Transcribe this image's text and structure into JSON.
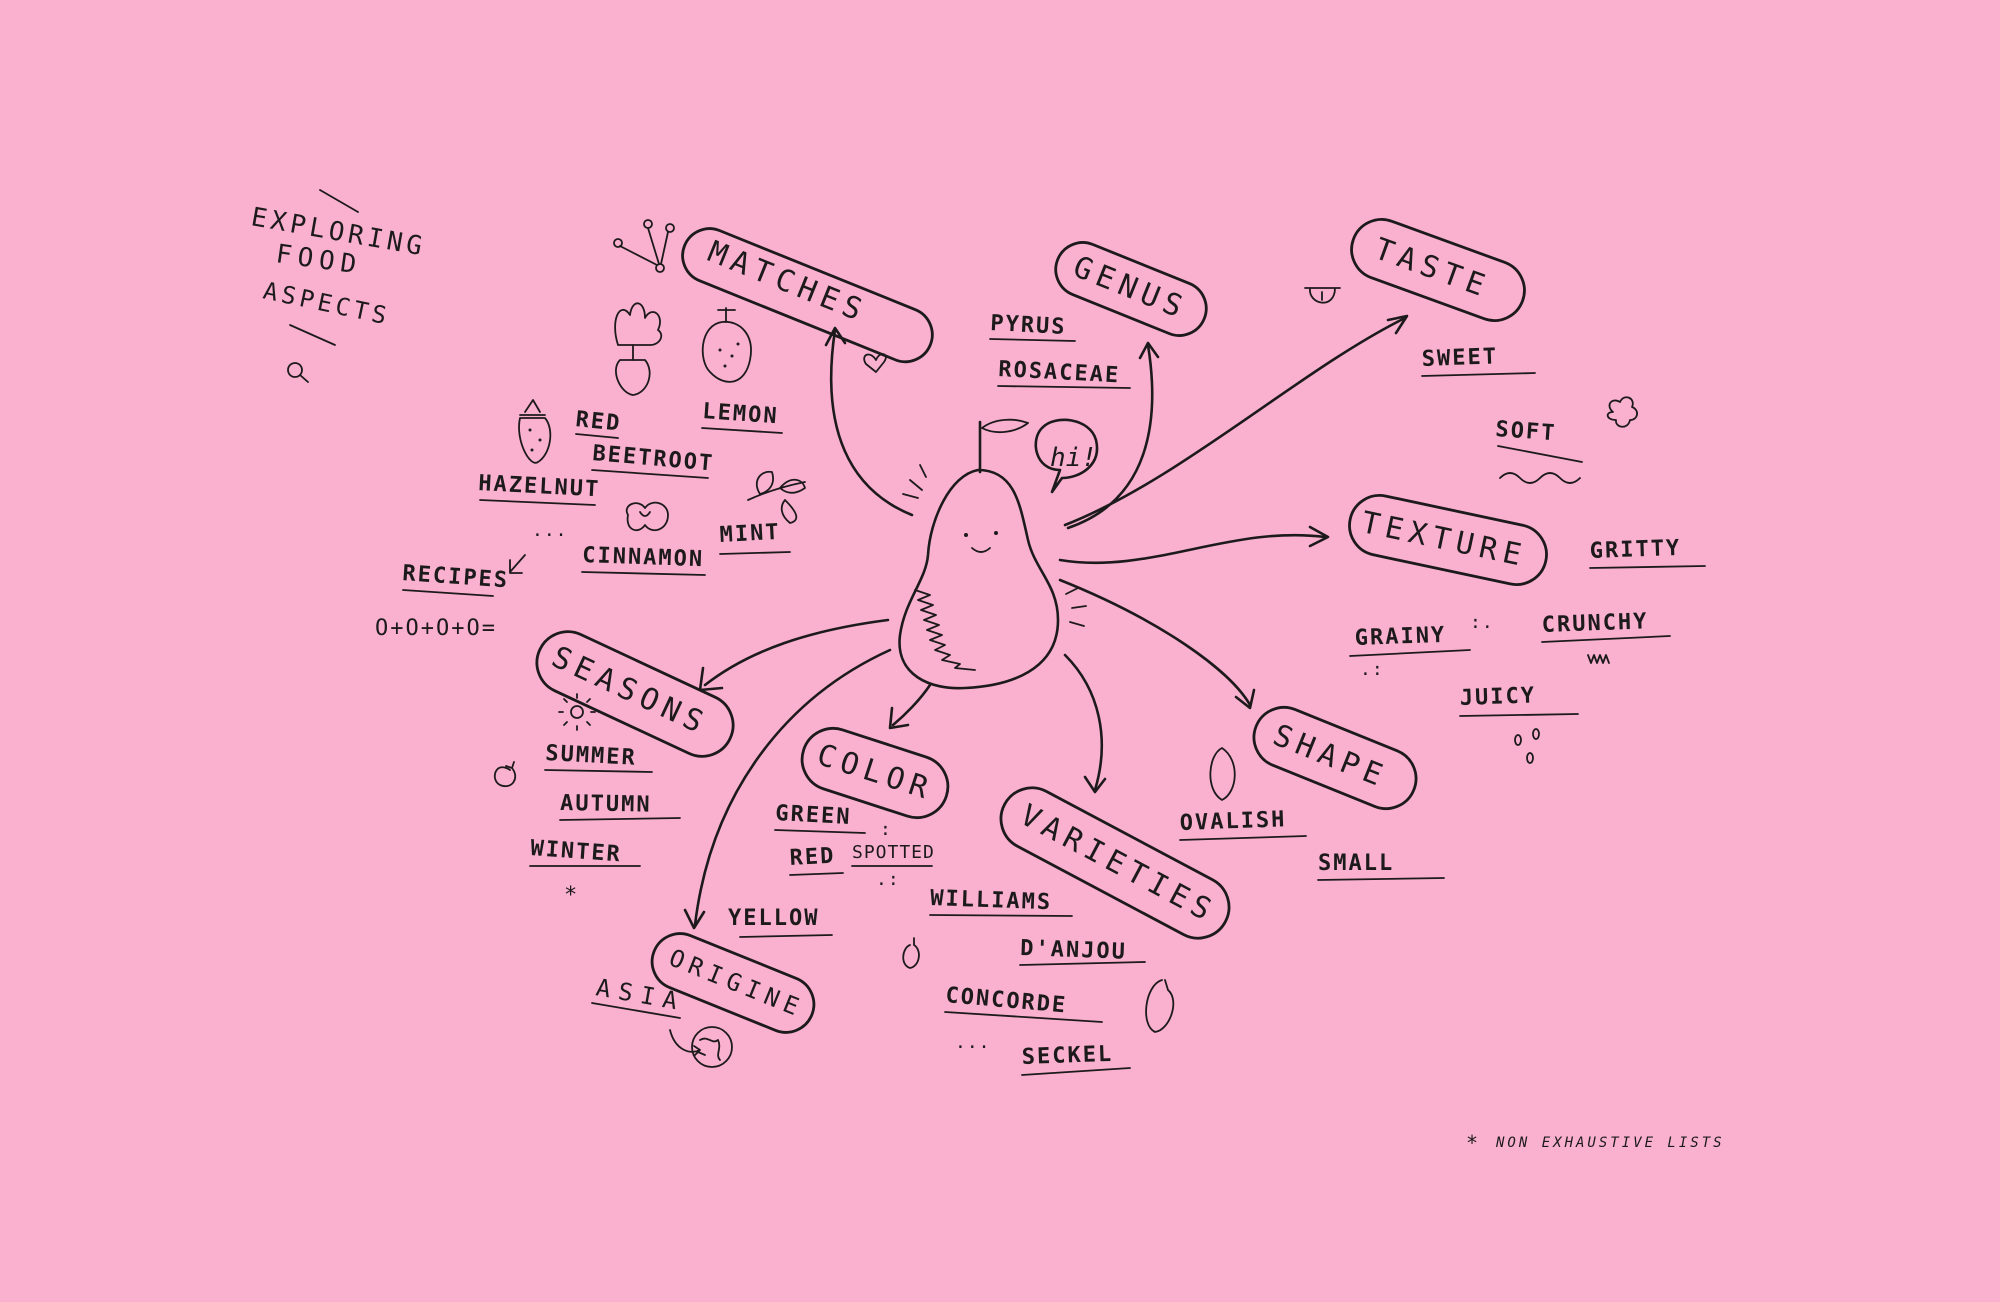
{
  "title": {
    "line1": "EXPLORING",
    "line2": "FOOD",
    "line3": "ASPECTS"
  },
  "center": {
    "greeting": "hi!"
  },
  "categories": {
    "matches": "MATCHES",
    "genus": "GENUS",
    "taste": "TASTE",
    "texture": "TEXTURE",
    "shape": "SHAPE",
    "varieties": "VARIETIES",
    "color": "COLOR",
    "seasons": "SEASONS",
    "origine": "ORIGINE"
  },
  "matches": {
    "items": [
      "RED",
      "BEETROOT",
      "LEMON",
      "HAZELNUT",
      "MINT",
      "CINNAMON"
    ],
    "recipes": "RECIPES",
    "formula": "O+O+O+O="
  },
  "genus": {
    "items": [
      "PYRUS",
      "ROSACEAE"
    ]
  },
  "taste": {
    "items": [
      "SWEET"
    ]
  },
  "texture": {
    "items": [
      "SOFT",
      "GRITTY",
      "GRAINY",
      "CRUNCHY",
      "JUICY"
    ]
  },
  "shape": {
    "items": [
      "OVALISH",
      "SMALL"
    ]
  },
  "varieties": {
    "items": [
      "WILLIAMS",
      "D'ANJOU",
      "CONCORDE",
      "SECKEL"
    ]
  },
  "color": {
    "items": [
      "GREEN",
      "RED",
      "SPOTTED",
      "YELLOW"
    ]
  },
  "seasons": {
    "items": [
      "SUMMER",
      "AUTUMN",
      "WINTER"
    ]
  },
  "origine": {
    "items": [
      "ASIA"
    ]
  },
  "footnote": "NON EXHAUSTIVE LISTS",
  "colors": {
    "background": "#f9b1cf",
    "ink": "#1d1a1c"
  }
}
